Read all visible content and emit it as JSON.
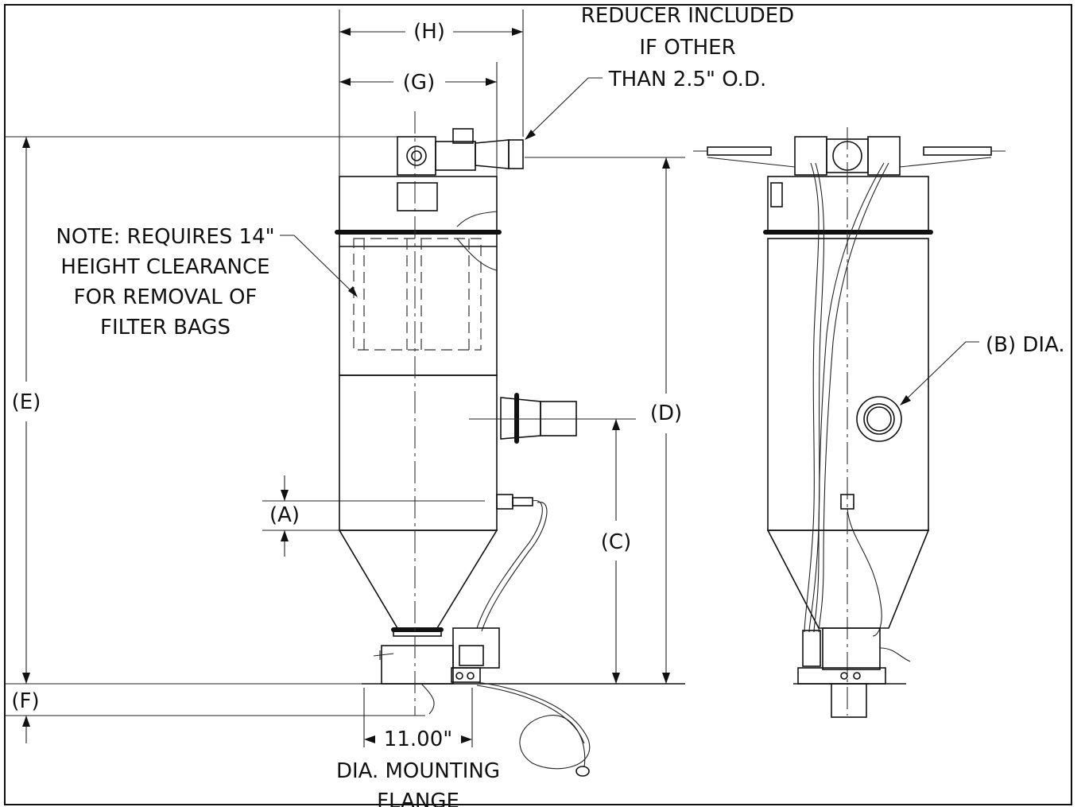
{
  "labels": {
    "reducer_1": "REDUCER INCLUDED",
    "reducer_2": "IF OTHER",
    "reducer_3": "THAN 2.5\" O.D.",
    "note_1": "NOTE: REQUIRES 14\"",
    "note_2": "HEIGHT CLEARANCE",
    "note_3": "FOR REMOVAL OF",
    "note_4": "FILTER BAGS",
    "dim_a": "(A)",
    "dim_b": "(B) DIA.",
    "dim_c": "(C)",
    "dim_d": "(D)",
    "dim_e": "(E)",
    "dim_f": "(F)",
    "dim_g": "(G)",
    "dim_h": "(H)",
    "flange_dim": "11.00\"",
    "flange_1": "DIA. MOUNTING",
    "flange_2": "FLANGE"
  }
}
